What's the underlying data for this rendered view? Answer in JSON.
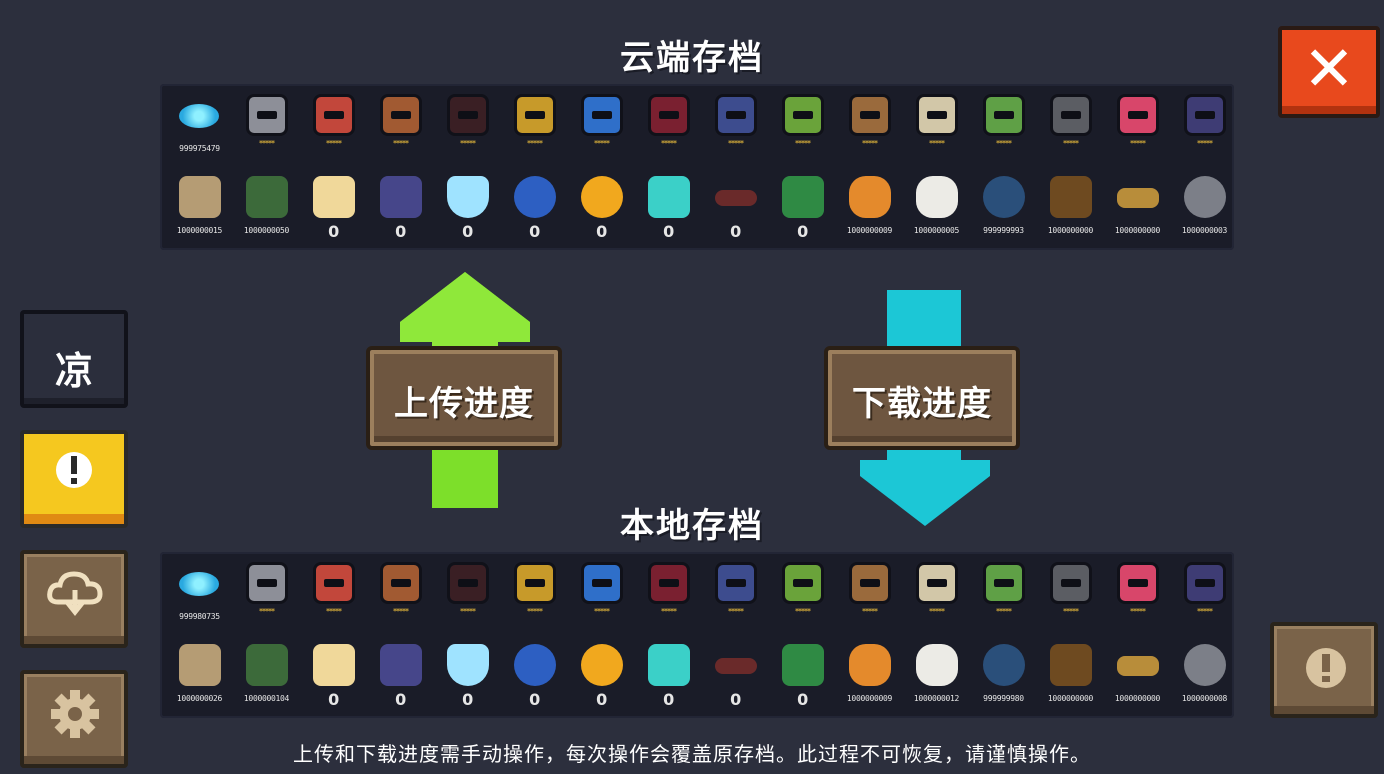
{
  "titles": {
    "cloud": "云端存档",
    "local": "本地存档"
  },
  "actions": {
    "upload": "上传进度",
    "download": "下载进度"
  },
  "footer": "上传和下载进度需手动操作，每次操作会覆盖原存档。此过程不可恢复，请谨慎操作。",
  "sidebar": {
    "language_label": "凉"
  },
  "cloud": {
    "gems": "999975479",
    "heroes": [
      "*****",
      "*****",
      "*****",
      "*****",
      "*****",
      "*****",
      "*****",
      "*****",
      "*****",
      "*****",
      "*****",
      "*****",
      "*****",
      "*****",
      "*****"
    ],
    "materials": [
      "1000000015",
      "1000000050",
      "0",
      "0",
      "0",
      "0",
      "0",
      "0",
      "0",
      "0",
      "1000000009",
      "1000000005",
      "999999993",
      "1000000000",
      "1000000000",
      "1000000003"
    ]
  },
  "local": {
    "gems": "999980735",
    "heroes": [
      "*****",
      "*****",
      "*****",
      "*****",
      "*****",
      "*****",
      "*****",
      "*****",
      "*****",
      "*****",
      "*****",
      "*****",
      "*****",
      "*****",
      "*****"
    ],
    "materials": [
      "1000000026",
      "1000000104",
      "0",
      "0",
      "0",
      "0",
      "0",
      "0",
      "0",
      "0",
      "1000000009",
      "1000000012",
      "999999980",
      "1000000000",
      "1000000000",
      "1000000008"
    ]
  },
  "colors": {
    "upload_arrow": "#7ddf2a",
    "download_arrow": "#1cc7d6",
    "close": "#e8491d",
    "warning": "#f5c81f"
  }
}
